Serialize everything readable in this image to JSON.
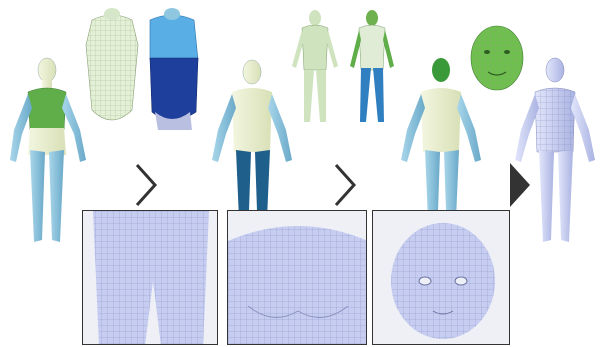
{
  "figure": {
    "stages": [
      {
        "name": "partial-scan-torso",
        "arrow_style": "outline"
      },
      {
        "name": "partial-scan-legs",
        "arrow_style": "outline"
      },
      {
        "name": "partial-scan-head",
        "arrow_style": "filled"
      }
    ],
    "colors": {
      "background": "#ffffff",
      "template_light": "#e6edc8",
      "region_green": "#5fae4a",
      "region_blue": "#2f7fc1",
      "region_dark_blue": "#1f3f9c",
      "limb_cyan": "#8fc7e0",
      "final_mesh": "#c9cff2",
      "arrow_dark": "#333333"
    },
    "insets": [
      {
        "name": "hips-closeup",
        "description_icon": "mesh-wireframe"
      },
      {
        "name": "chest-closeup",
        "description_icon": "mesh-wireframe"
      },
      {
        "name": "head-closeup",
        "description_icon": "mesh-wireframe"
      }
    ]
  }
}
